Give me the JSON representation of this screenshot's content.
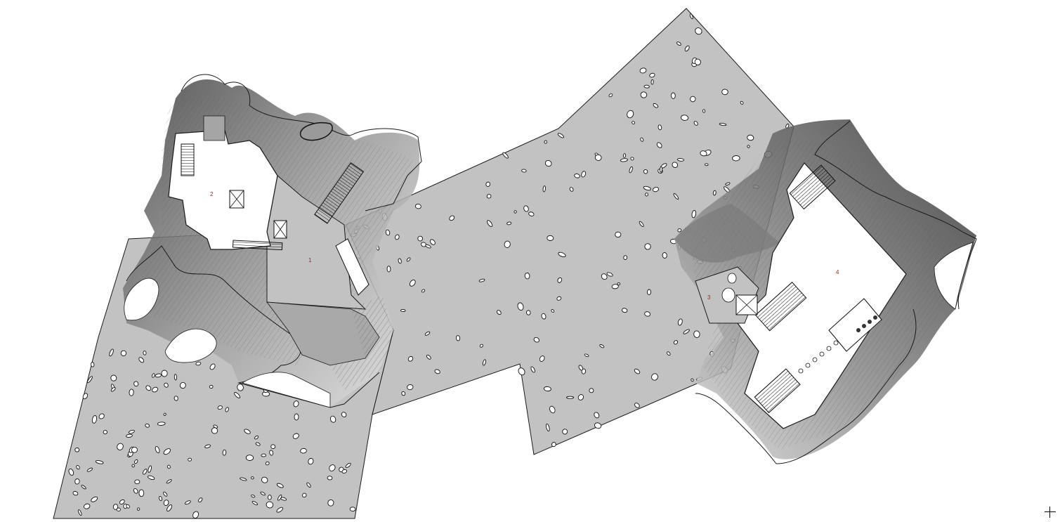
{
  "drawing": {
    "room_labels": [
      "1",
      "2",
      "3",
      "4"
    ],
    "colors": {
      "background": "#ffffff",
      "paving": "#c2c2c2",
      "outline": "#1a1a1a",
      "room_fill": "#ffffff",
      "label": "#8a2a2a"
    }
  },
  "cursor": {
    "icon": "crosshair-cursor-icon"
  }
}
